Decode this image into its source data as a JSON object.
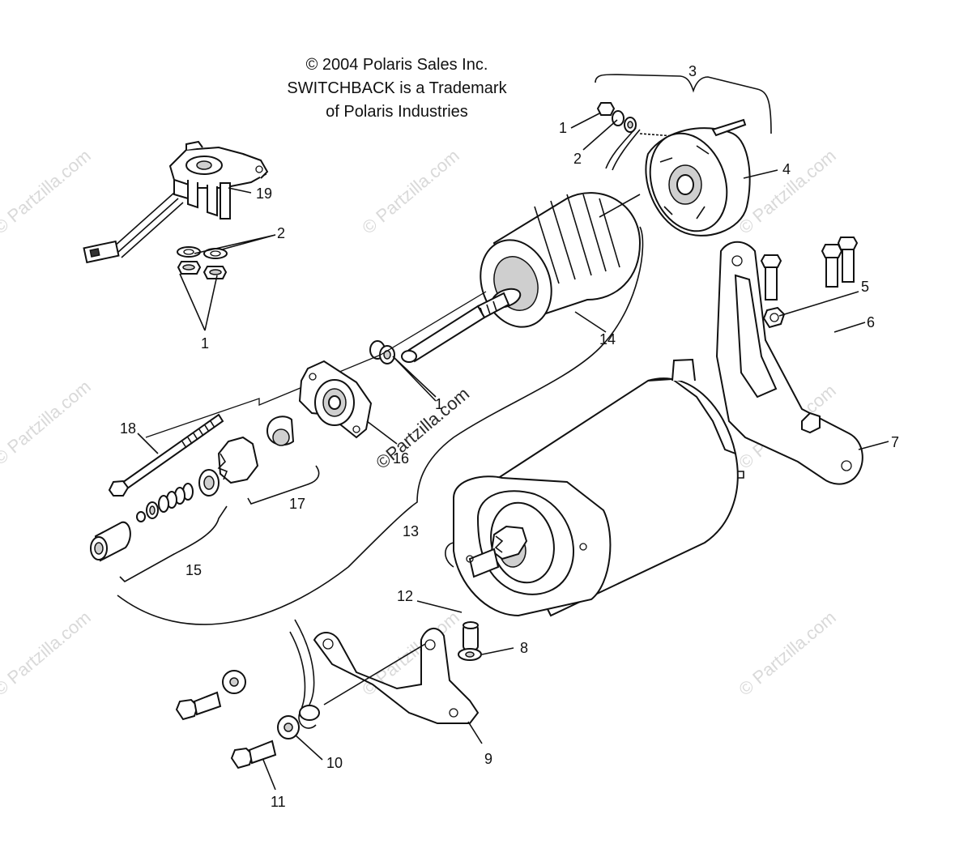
{
  "copyright": {
    "line1": "© 2004 Polaris Sales Inc.",
    "line2": "SWITCHBACK is a Trademark",
    "line3": "of Polaris Industries"
  },
  "watermark": {
    "text": "© Partzilla.com",
    "center_text": "©Partzilla.com"
  },
  "callouts": {
    "c1_top": "1",
    "c2_top": "2",
    "c3": "3",
    "c4": "4",
    "c19": "19",
    "c2_left": "2",
    "c1_left": "1",
    "c5": "5",
    "c6": "6",
    "c14": "14",
    "c7": "7",
    "c18": "18",
    "c1_mid": "1",
    "c16": "16",
    "c17": "17",
    "c13": "13",
    "c15": "15",
    "c12": "12",
    "c8": "8",
    "c9": "9",
    "c10": "10",
    "c11": "11"
  }
}
